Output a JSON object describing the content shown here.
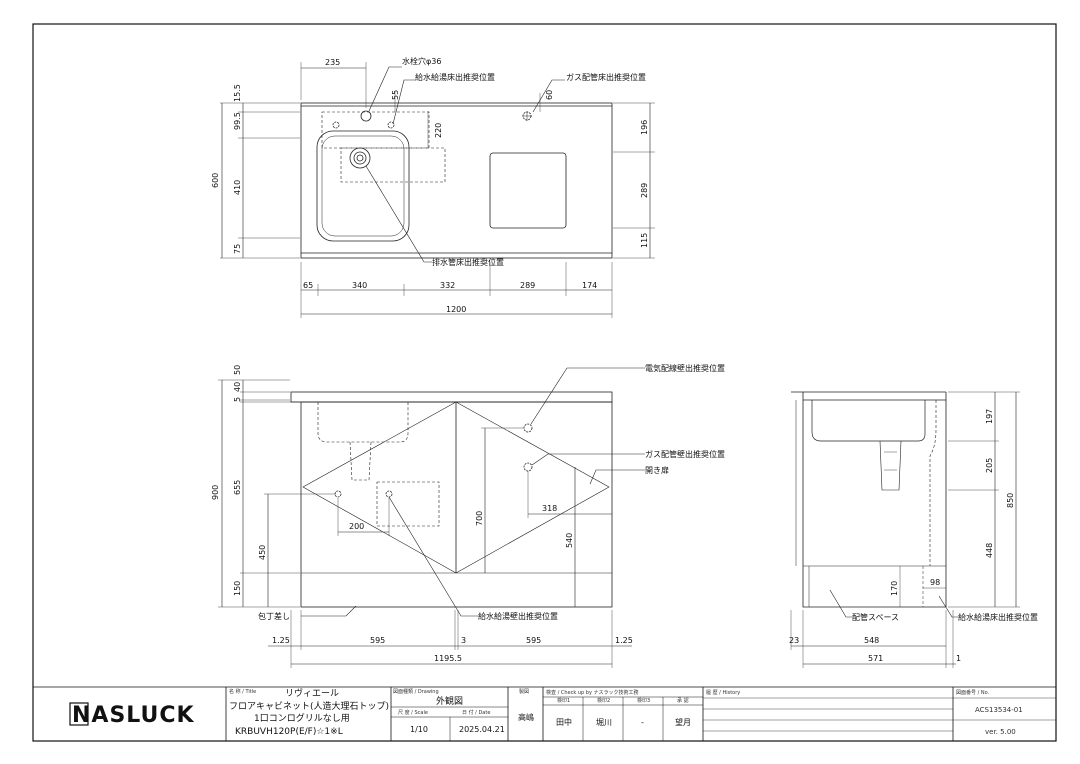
{
  "plan_view": {
    "labels": {
      "faucet_hole": "水栓穴φ36",
      "supply_floor": "給水給湯床出推奨位置",
      "gas_floor": "ガス配管床出推奨位置",
      "drain_floor": "排水管床出推奨位置"
    },
    "dims": {
      "d235": "235",
      "d55": "55",
      "d60": "60",
      "d220": "220",
      "d15_5": "15.5",
      "d99_5": "99.5",
      "d410": "410",
      "d75": "75",
      "d600": "600",
      "d196": "196",
      "d289r": "289",
      "d115": "115",
      "d65": "65",
      "d340": "340",
      "d332": "332",
      "d289b": "289",
      "d174": "174",
      "d1200": "1200"
    }
  },
  "front_view": {
    "labels": {
      "elec_wall": "電気配線壁出推奨位置",
      "gas_wall": "ガス配管壁出推奨位置",
      "door": "開き扉",
      "knife": "包丁差し",
      "supply_wall": "給水給湯壁出推奨位置"
    },
    "dims": {
      "d50": "50",
      "d5": "5",
      "d40": "40",
      "d900": "900",
      "d655": "655",
      "d450": "450",
      "d150": "150",
      "d200": "200",
      "d700": "700",
      "d318": "318",
      "d540": "540",
      "d1_25l": "1.25",
      "d595l": "595",
      "d3": "3",
      "d595r": "595",
      "d1_25r": "1.25",
      "d1195_5": "1195.5"
    }
  },
  "side_view": {
    "labels": {
      "pipe_space": "配管スペース",
      "supply_floor": "給水給湯床出推奨位置"
    },
    "dims": {
      "d197": "197",
      "d205": "205",
      "d850": "850",
      "d448": "448",
      "d170": "170",
      "d98": "98",
      "d23": "23",
      "d548": "548",
      "d571": "571",
      "d1": "1"
    }
  },
  "title_block": {
    "logo": "NASLUCK",
    "title_head": "名 称 / Title",
    "title1": "リヴィエール",
    "title2": "フロアキャビネット(人造大理石トップ)",
    "title3": "1口コンログリルなし用",
    "title4": "KRBUVH120P(E/F)☆1※L",
    "drawing_head": "図面種類 / Drawing",
    "drawing": "外観図",
    "scale_head": "尺 度 / Scale",
    "scale": "1/10",
    "date_head": "日 付 / Date",
    "date": "2025.04.21",
    "drawn_head": "製図",
    "drawn": "高嶋",
    "check_head": "検査 / Check up by ナスラック技術工務",
    "check_cols": [
      "検印1",
      "検印2",
      "検印3",
      "承 認"
    ],
    "check_vals": [
      "田中",
      "堀川",
      "-",
      "望月"
    ],
    "history_head": "履 歴 / History",
    "no_head": "図面番号 / No.",
    "no": "ACS13534-01",
    "ver": "ver. 5.00"
  }
}
